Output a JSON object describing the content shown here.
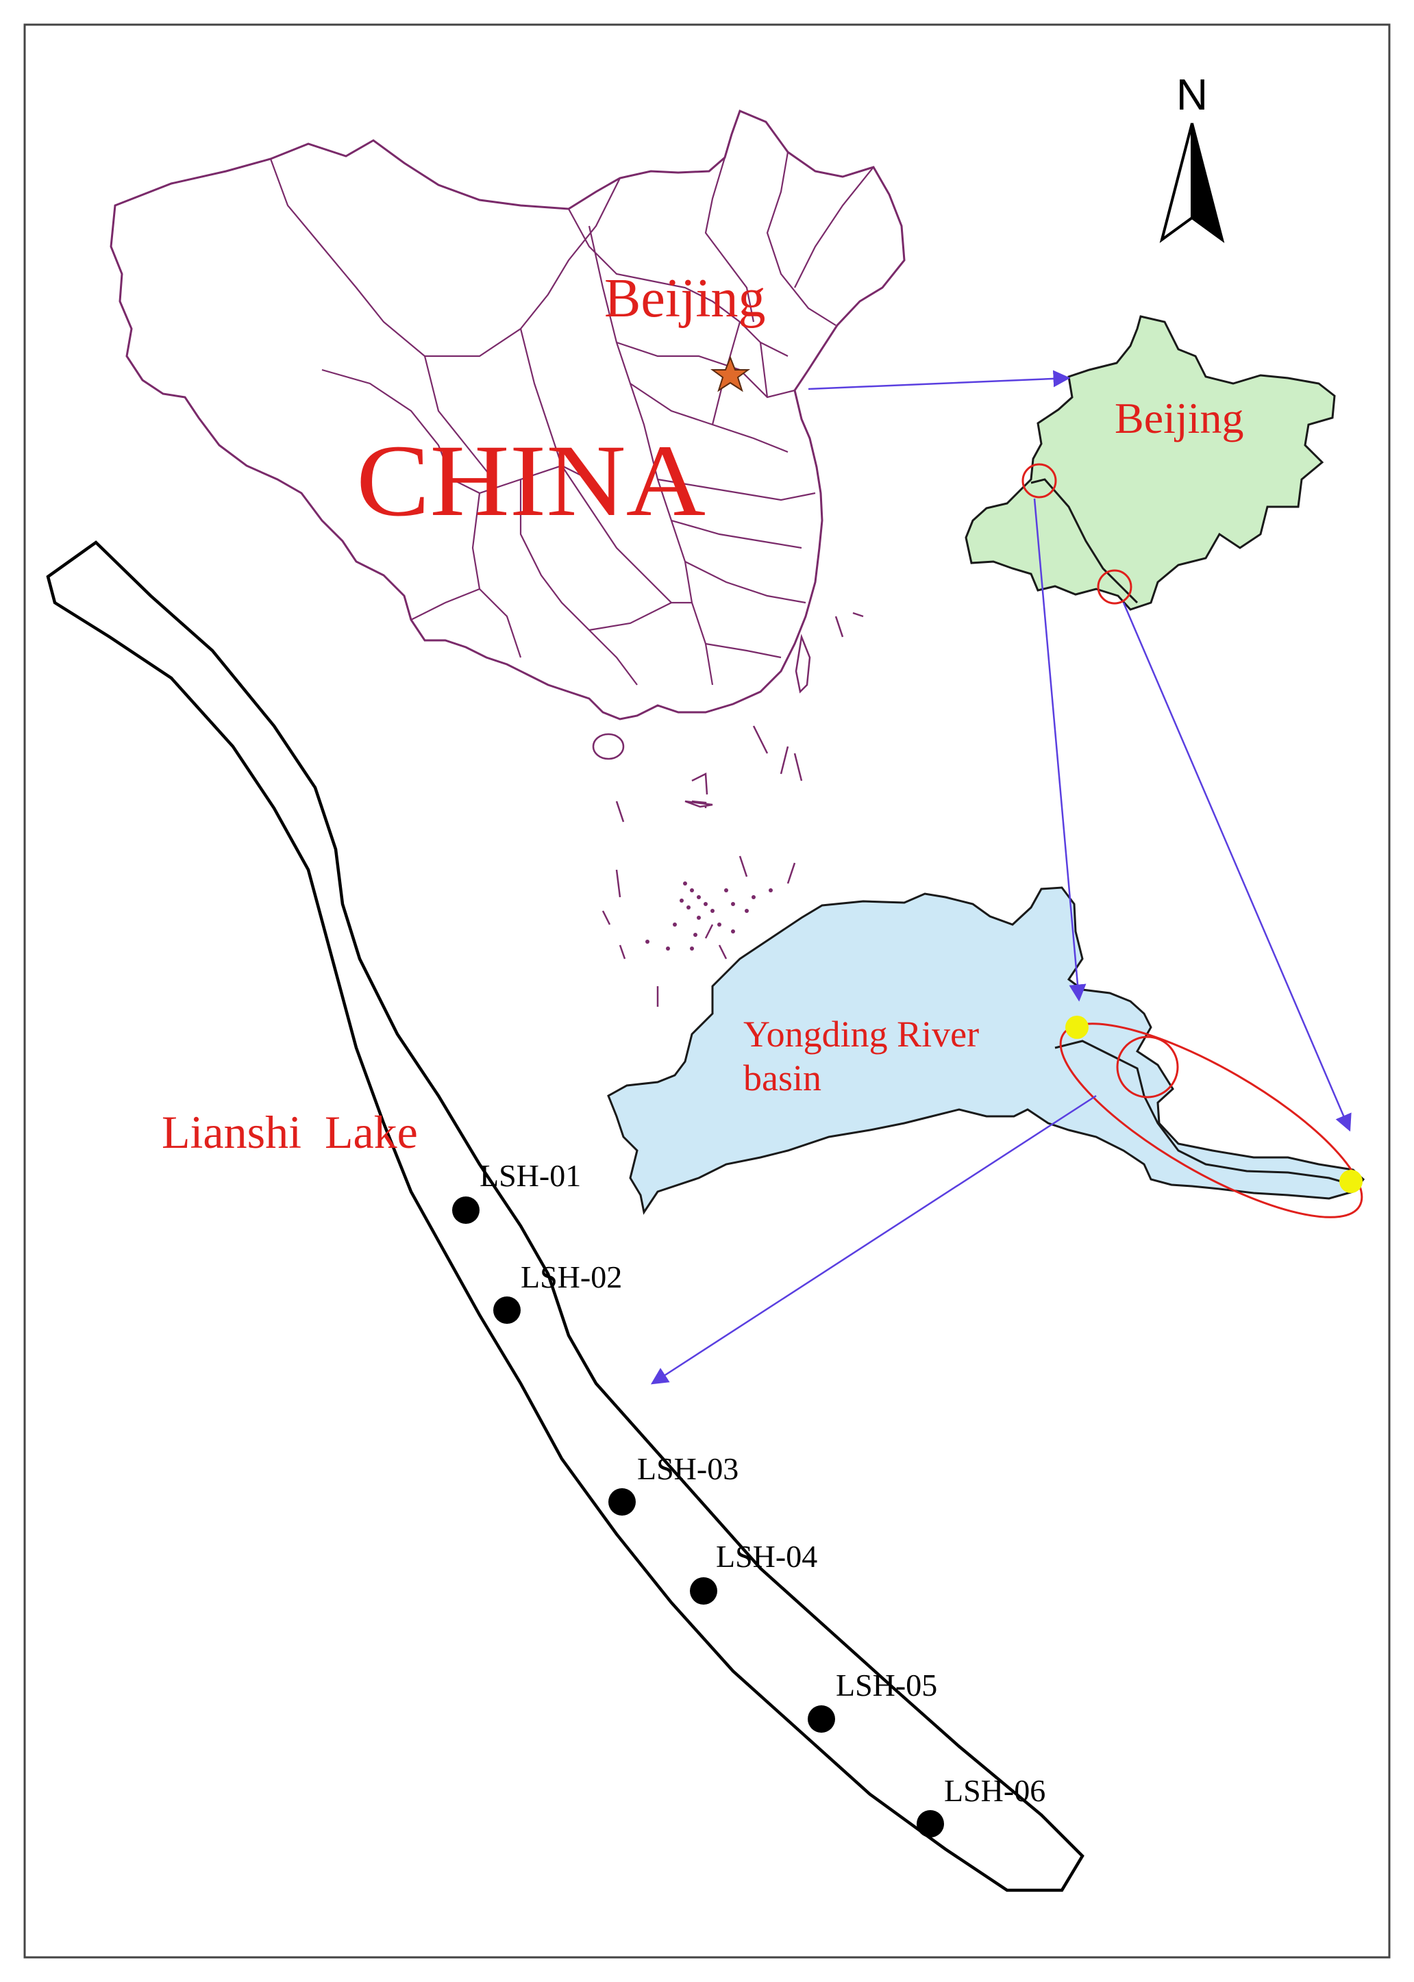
{
  "labels": {
    "north": "N",
    "beijing_china": "Beijing",
    "china": "CHINA",
    "beijing_inset": "Beijing",
    "basin_line1": "Yongding River",
    "basin_line2": "basin",
    "lake": "Lianshi  Lake"
  },
  "sites": [
    {
      "id": "LSH-01"
    },
    {
      "id": "LSH-02"
    },
    {
      "id": "LSH-03"
    },
    {
      "id": "LSH-04"
    },
    {
      "id": "LSH-05"
    },
    {
      "id": "LSH-06"
    }
  ],
  "colors": {
    "label_red": "#e0201c",
    "china_outline": "#7a2a6a",
    "arrow_blue": "#5a3fe0",
    "beijing_fill": "#cdeec6",
    "basin_fill": "#cde8f6",
    "star": "#e06a2a",
    "yellow_point": "#f2f20a",
    "site_dot": "#000000"
  }
}
